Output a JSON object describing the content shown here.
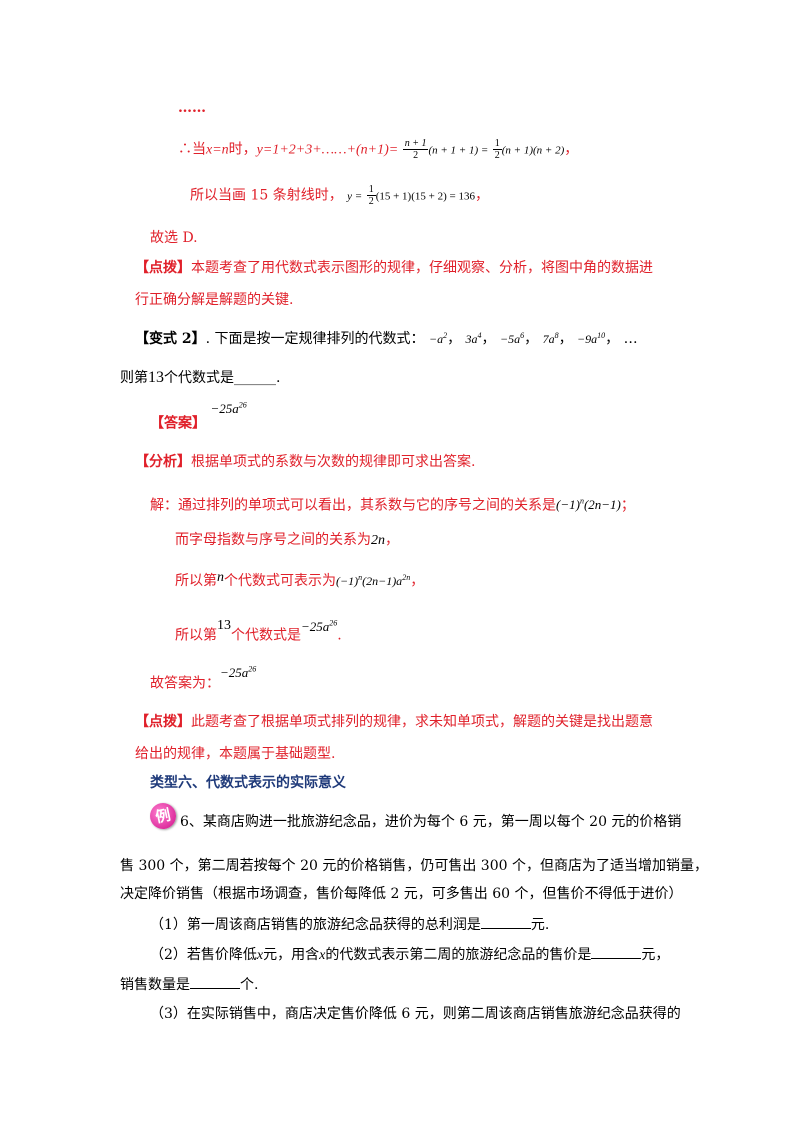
{
  "lines": {
    "dots": "……",
    "therefore_prefix": "∴当",
    "x_eq_n": "x=n",
    "shi": "时，",
    "y_sum": "y=1+2+3+……+(n+1)=",
    "frac_num_1": "n + 1",
    "frac_den_1": "2",
    "paren_1": "(n + 1 + 1) =",
    "frac_half_num": "1",
    "frac_half_den": "2",
    "paren_2": "(n + 1)(n + 2)",
    "comma": "，",
    "so_15_text": "所以当画 15 条射线时，",
    "y_eq": "y =",
    "paren_15": "(15 + 1)(15 + 2) = 136",
    "comma2": "，",
    "choose_d": "故选 D.",
    "tip1_label": "【点拨】",
    "tip1_text1": "本题考查了用代数式表示图形的规律，仔细观察、分析，将图中角的数据进",
    "tip1_text2": "行正确分解是解题的关键.",
    "var2_label": "【变式 2】",
    "var2_text": ". 下面是按一定规律排列的代数式：",
    "seq_1": "−a",
    "seq_1_exp": "2",
    "seq_2": "3a",
    "seq_2_exp": "4",
    "seq_3": "−5a",
    "seq_3_exp": "6",
    "seq_4": "7a",
    "seq_4_exp": "8",
    "seq_5": "−9a",
    "seq_5_exp": "10",
    "seq_sep": "，",
    "seq_end": "…",
    "q_prefix": "则第",
    "q_num": "13",
    "q_suffix": "个代数式是______.",
    "ans_label": "【答案】",
    "ans_expr": "−25a",
    "ans_exp": "26",
    "analysis_label": "【分析】",
    "analysis_text": "根据单项式的系数与次数的规律即可求出答案.",
    "sol_text": "解：通过排列的单项式可以看出，其系数与它的序号之间的关系是",
    "sol_expr": "(−1)",
    "sol_exp_n": "n",
    "sol_expr2": "(2n−1)",
    "sol_end": "；",
    "sol2_text": "而字母指数与序号之间的关系为",
    "sol2_expr": "2n",
    "sol2_end": "，",
    "sol3_text": "所以第",
    "sol3_n": "n",
    "sol3_text2": "个代数式可表示为",
    "sol3_expr": "(−1)",
    "sol3_exp_n": "n",
    "sol3_expr2": "(2n−1)a",
    "sol3_exp2": "2n",
    "sol3_end": "，",
    "sol4_text": "所以第",
    "sol4_n": "13",
    "sol4_text2": "个代数式是",
    "sol4_expr": "−25a",
    "sol4_exp": "26",
    "sol4_end": ".",
    "final_text": "故答案为：",
    "final_expr": "−25a",
    "final_exp": "26",
    "tip2_label": "【点拨】",
    "tip2_text1": "此题考查了根据单项式排列的规律，求未知单项式，解题的关键是找出题意",
    "tip2_text2": "给出的规律，本题属于基础题型.",
    "section_title": "类型六、代数式表示的实际意义",
    "badge": "例",
    "ex6_l1": "6、某商店购进一批旅游纪念品，进价为每个 6 元，第一周以每个 20 元的价格销",
    "ex6_l2": "售 300 个，第二周若按每个 20 元的价格销售，仍可售出 300 个，但商店为了适当增加销量，",
    "ex6_l3": "决定降价销售（根据市场调查，售价每降低 2 元，可多售出 60 个，但售价不得低于进价）",
    "q1_text": "（1）第一周该商店销售的旅游纪念品获得的总利润是",
    "q1_end": "元.",
    "q2_text_a": "（2）若售价降低",
    "q2_x": "x",
    "q2_text_b": "元，用含",
    "q2_x2": "x",
    "q2_text_c": "的代数式表示第二周的旅游纪念品的售价是",
    "q2_end": "元，",
    "q2_l2": "销售数量是",
    "q2_l2_end": "个.",
    "q3_text": "（3）在实际销售中，商店决定售价降低 6 元，则第二周该商店销售旅游纪念品获得的"
  }
}
